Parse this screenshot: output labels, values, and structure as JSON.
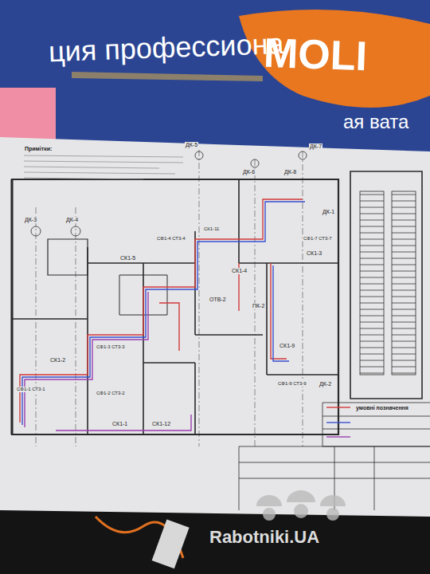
{
  "diagram": {
    "labels": [
      "ция профессиона",
      "MOLI",
      "ая вата",
      "Примітки:",
      "ДК-5",
      "ДК-6",
      "ДК-7",
      "ДК-8",
      "ДК-3",
      "ДК-4",
      "СФ1-4 СТ3-4",
      "СК1-11",
      "СК1-4",
      "ОТВ-2",
      "ПК-2",
      "СК1-3",
      "СФ1-7 СТ3-7",
      "СК1-5",
      "СФ1-3 СТ3-3",
      "СК1-2",
      "СФ1-2 СТ3-2",
      "СФ1-1 СТ3-1",
      "СК1-1",
      "СК1-12",
      "СК1-9",
      "СФ1-9 СТ3-9",
      "ДК-1",
      "ДК-2",
      "умовні позначення",
      "Rabotniki.UA"
    ]
  }
}
